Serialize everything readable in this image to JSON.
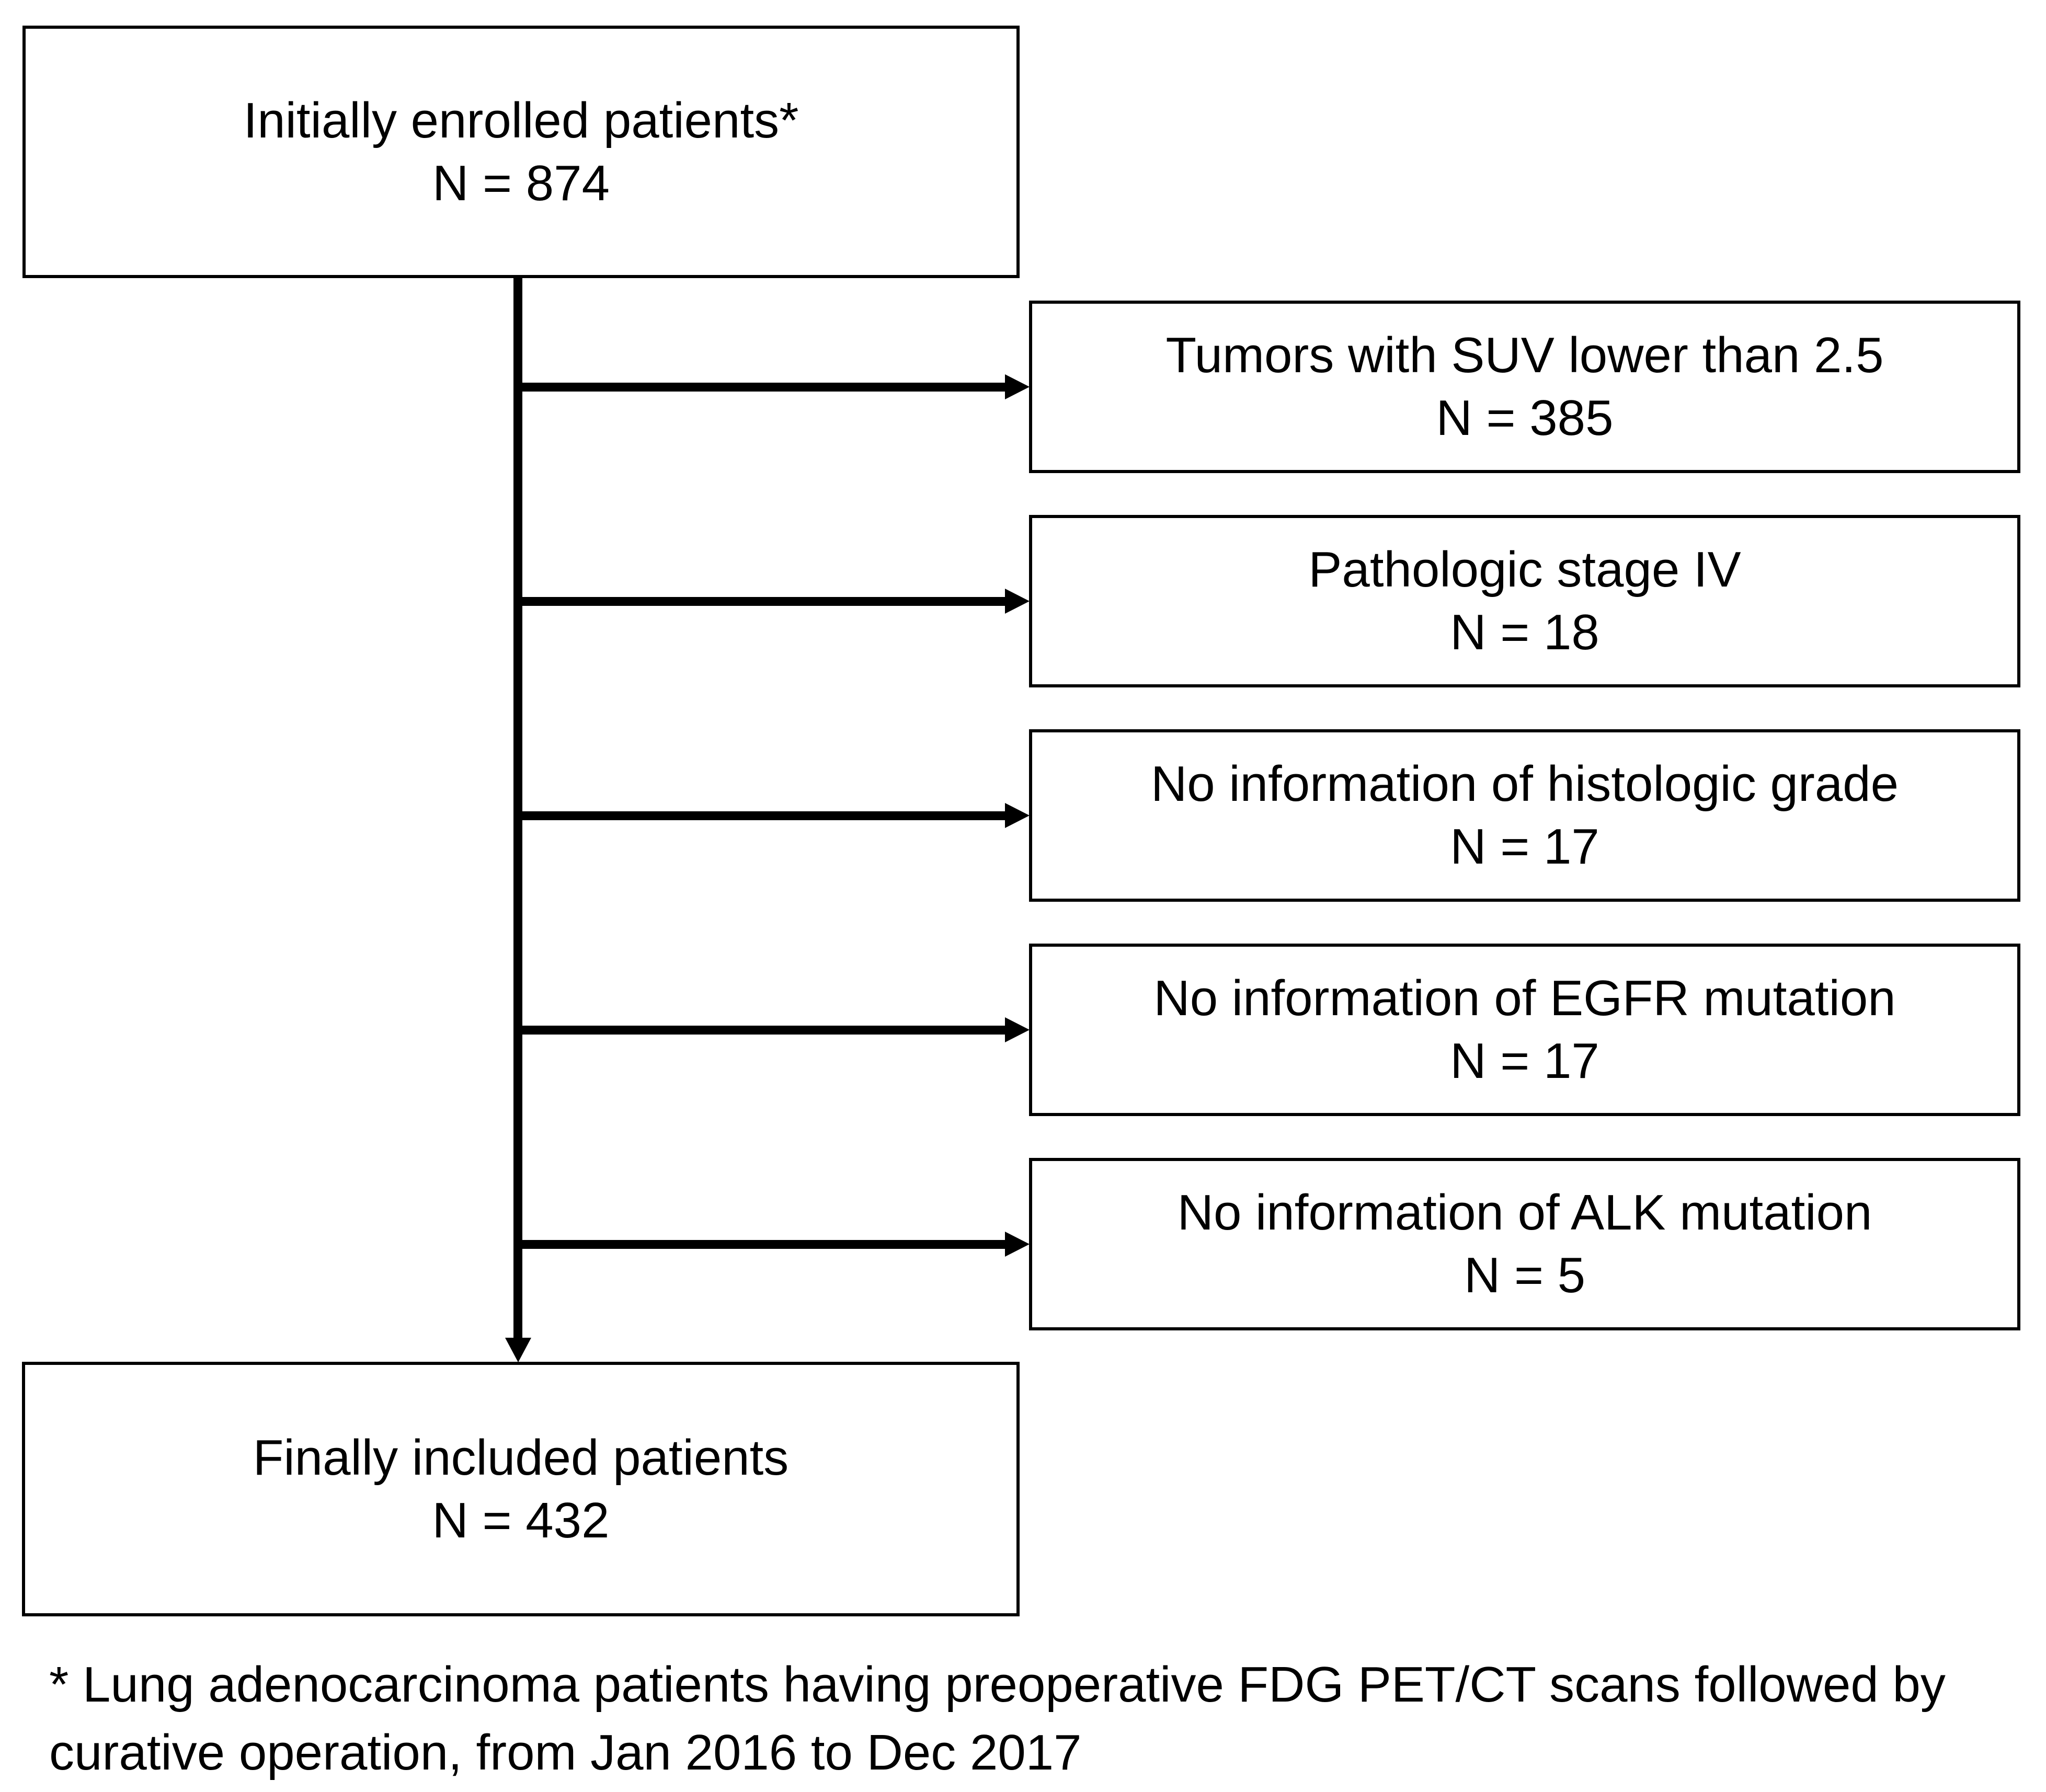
{
  "flowchart": {
    "top_box": {
      "label": "Initially enrolled patients*",
      "count": "N = 874"
    },
    "exclusions": [
      {
        "label": "Tumors with SUV lower than 2.5",
        "count": "N = 385"
      },
      {
        "label": "Pathologic stage IV",
        "count": "N = 18"
      },
      {
        "label": "No information of histologic grade",
        "count": "N = 17"
      },
      {
        "label": "No information of EGFR mutation",
        "count": "N = 17"
      },
      {
        "label": "No information of ALK mutation",
        "count": "N = 5"
      }
    ],
    "bottom_box": {
      "label": "Finally included patients",
      "count": "N = 432"
    },
    "footnote": "* Lung adenocarcinoma patients having preoperative FDG PET/CT scans followed by curative operation, from Jan 2016 to Dec 2017",
    "colors": {
      "stroke": "#000000",
      "text": "#000000",
      "background": "#ffffff"
    }
  }
}
